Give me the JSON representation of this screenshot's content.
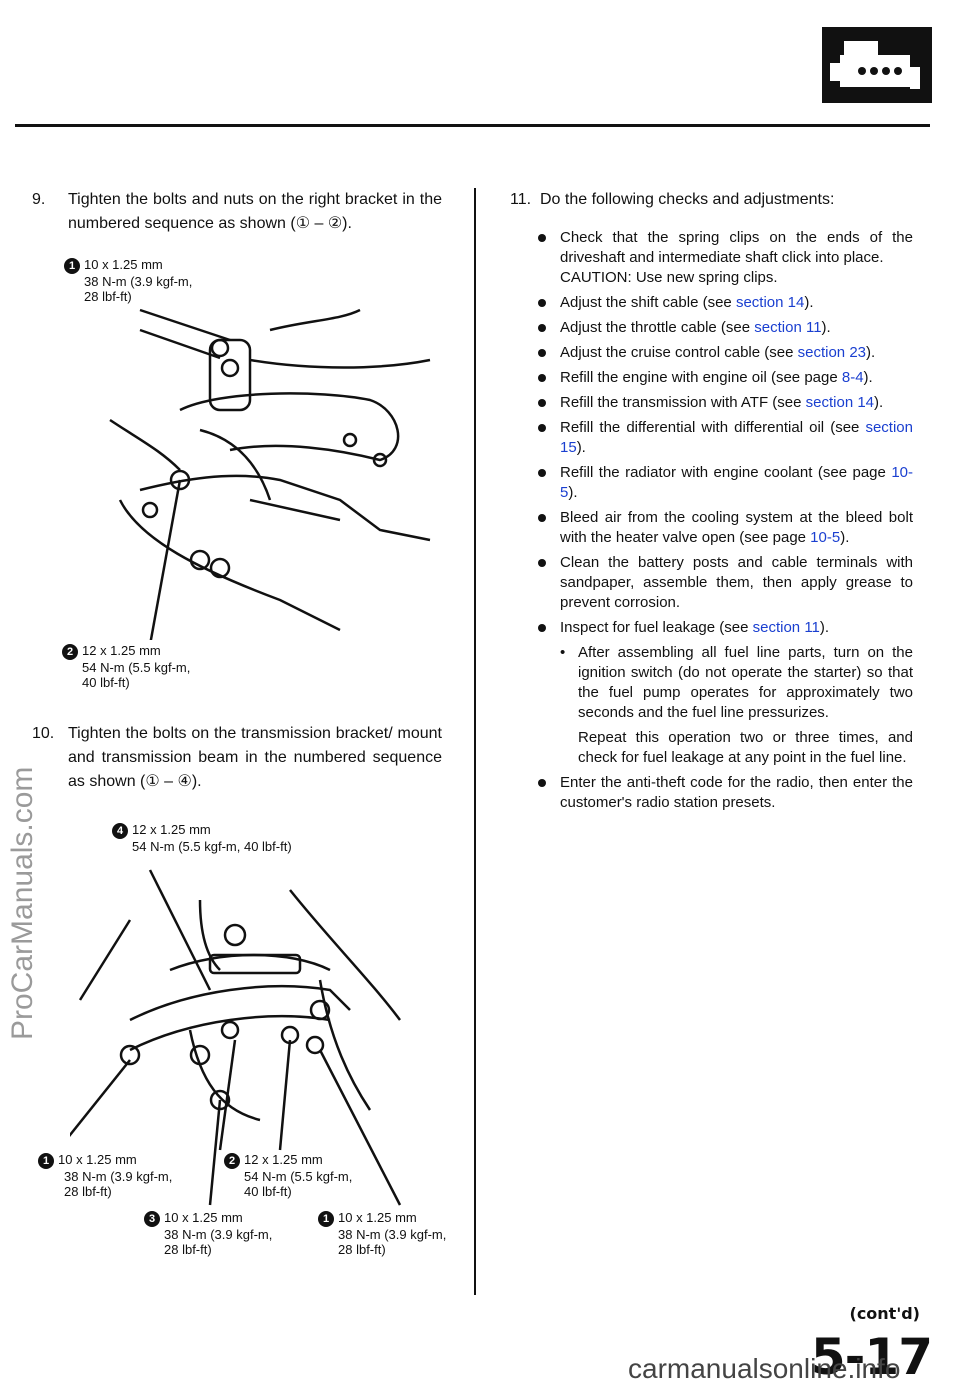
{
  "header": {
    "icon": "engine-icon"
  },
  "left": {
    "step9": {
      "num": "9.",
      "text": "Tighten the bolts and nuts on the right bracket in the numbered sequence as shown (① – ②)."
    },
    "fig1_specs": [
      {
        "marker": "1",
        "lines": [
          "10 x 1.25 mm",
          "38 N-m (3.9 kgf-m,",
          "28 lbf-ft)"
        ]
      },
      {
        "marker": "2",
        "lines": [
          "12 x 1.25 mm",
          "54 N-m (5.5 kgf-m,",
          "40 lbf-ft)"
        ]
      }
    ],
    "step10": {
      "num": "10.",
      "text": "Tighten the bolts on the transmission bracket/ mount and transmission beam in the numbered sequence as shown (① – ④)."
    },
    "fig2_specs": [
      {
        "marker": "4",
        "lines": [
          "12 x 1.25 mm",
          "54 N-m (5.5 kgf-m, 40 lbf-ft)"
        ]
      },
      {
        "marker": "1",
        "lines": [
          "10 x 1.25 mm",
          "38 N-m (3.9 kgf-m,",
          "28 lbf-ft)"
        ]
      },
      {
        "marker": "2",
        "lines": [
          "12 x 1.25 mm",
          "54 N-m (5.5 kgf-m,",
          "40 lbf-ft)"
        ]
      },
      {
        "marker": "3",
        "lines": [
          "10 x 1.25 mm",
          "38 N-m (3.9 kgf-m,",
          "28 lbf-ft)"
        ]
      },
      {
        "marker": "1",
        "lines": [
          "10 x 1.25 mm",
          "38 N-m (3.9 kgf-m,",
          "28 lbf-ft)"
        ]
      }
    ]
  },
  "right": {
    "step11": {
      "num": "11.",
      "text": "Do the following checks and adjustments:"
    },
    "items": [
      {
        "pre": "Check that the spring clips on the ends of the driveshaft and intermediate shaft click into place.",
        "link": "",
        "post": ""
      },
      {
        "pre": "CAUTION: Use new spring clips.",
        "link": "",
        "post": ""
      },
      {
        "pre": "Adjust the shift cable (see ",
        "link": "section 14",
        "post": ")."
      },
      {
        "pre": "Adjust the throttle cable (see ",
        "link": "section 11",
        "post": ")."
      },
      {
        "pre": "Adjust the cruise control cable (see ",
        "link": "section 23",
        "post": ")."
      },
      {
        "pre": "Refill the engine with engine oil (see page ",
        "link": "8-4",
        "post": ")."
      },
      {
        "pre": "Refill the transmission with ATF (see ",
        "link": "section 14",
        "post": ")."
      },
      {
        "pre": "Refill the differential with differential oil (see ",
        "link": "section 15",
        "post": ")."
      },
      {
        "pre": "Refill the radiator with engine coolant (see page ",
        "link": "10-5",
        "post": ")."
      },
      {
        "pre": "Bleed air from the cooling system at the bleed bolt with the heater valve open (see page ",
        "link": "10-5",
        "post": ")."
      },
      {
        "pre": "Clean the battery posts and cable terminals with sandpaper, assemble them, then apply grease to prevent corrosion.",
        "link": "",
        "post": ""
      },
      {
        "pre": "Inspect for fuel leakage (see ",
        "link": "section 11",
        "post": ")."
      }
    ],
    "sub_items": [
      "After assembling all fuel line parts, turn on the ignition switch (do not operate the starter) so that the fuel pump operates for approximately two seconds and the fuel line pressurizes.",
      "Repeat this operation two or three times, and check for fuel leakage at any point in the fuel line."
    ],
    "final_item": "Enter the anti-theft code for the radio, then enter the customer's radio station presets."
  },
  "watermark": "ProCarManuals.com",
  "contd": "(cont'd)",
  "page_number": "5-17",
  "footer_watermark": "carmanualsonline.info"
}
